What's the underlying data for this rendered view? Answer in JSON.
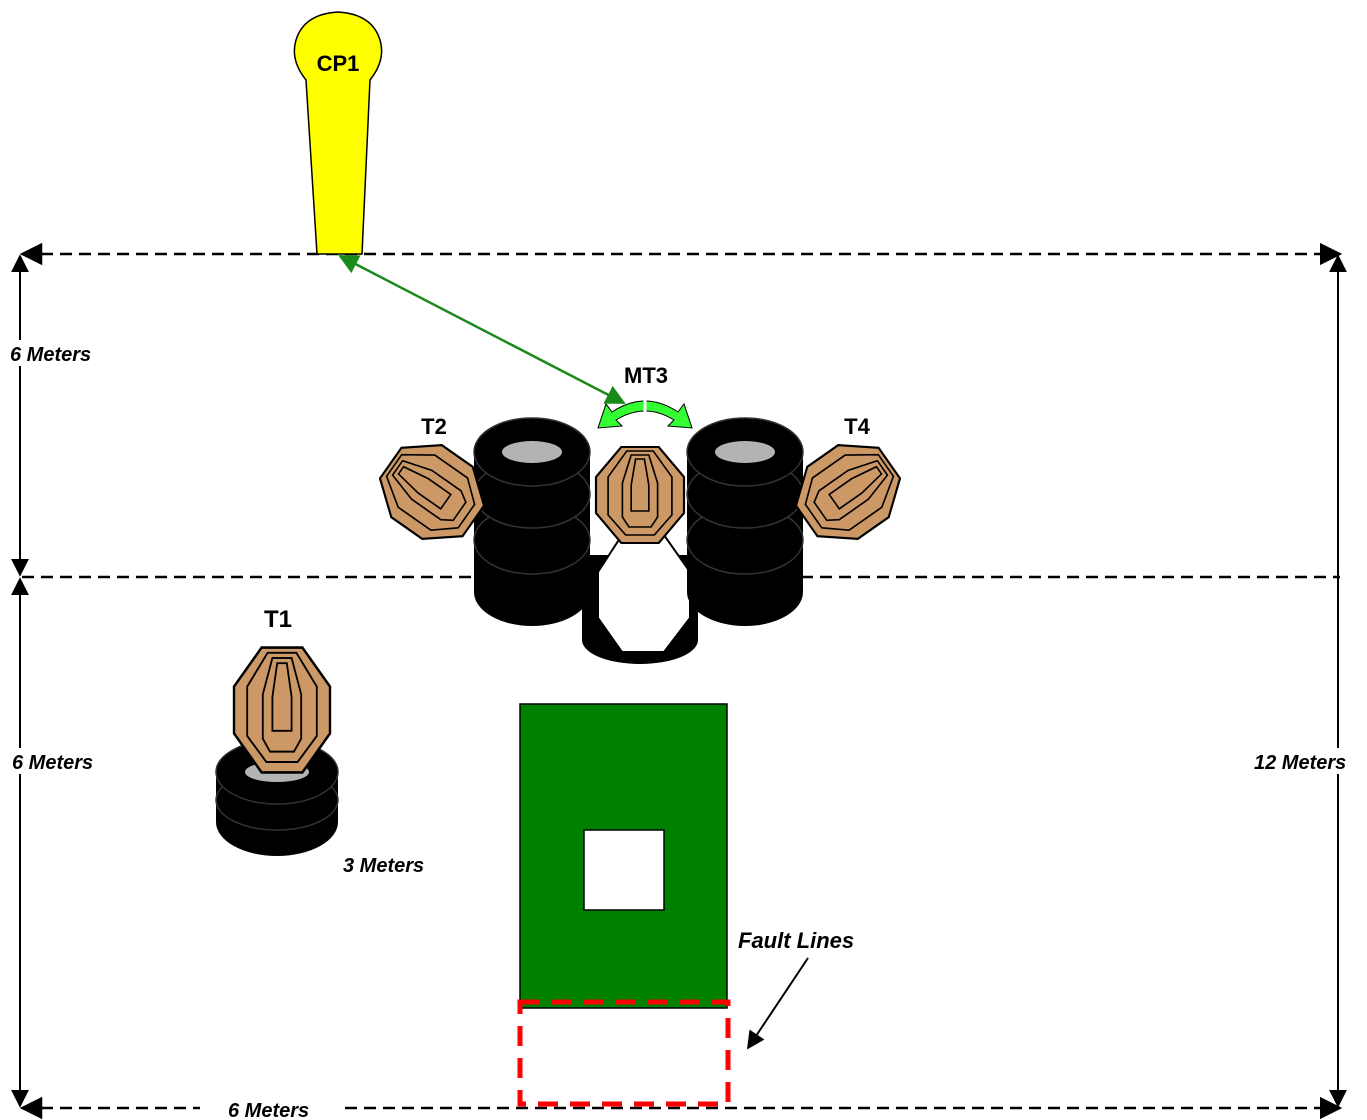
{
  "labels": {
    "cp1": "CP1",
    "mt3": "MT3",
    "t1": "T1",
    "t2": "T2",
    "t4": "T4",
    "dim_top_left": "6 Meters",
    "dim_bottom_left": "6 Meters",
    "dim_right": "12 Meters",
    "dim_bottom": "6 Meters",
    "dim_t1": "3 Meters",
    "fault_lines": "Fault Lines"
  },
  "colors": {
    "cp_flag": "#ffff00",
    "target": "#cc9966",
    "tire": "#000000",
    "tire_hole": "#b3b3b3",
    "barricade": "#008000",
    "rotation_arrow": "#33ff33",
    "sight_line": "#1a8a1a",
    "fault_line": "#ff0000"
  }
}
